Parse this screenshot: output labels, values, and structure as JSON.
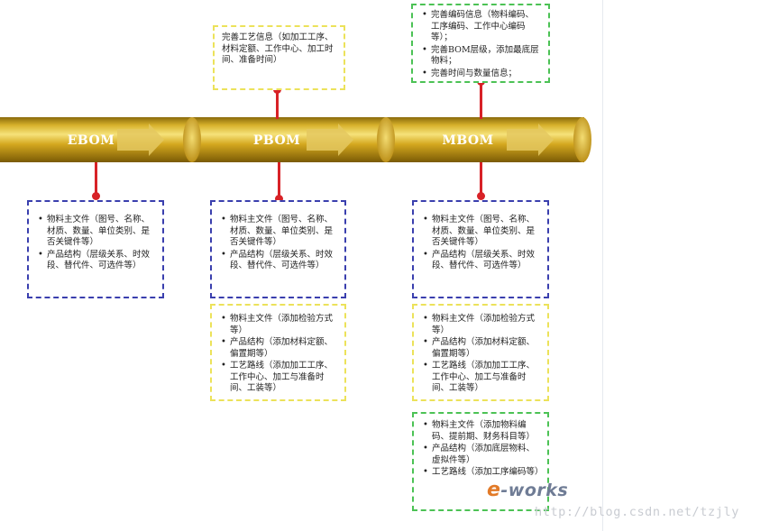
{
  "stages": [
    "EBOM",
    "PBOM",
    "MBOM"
  ],
  "pbom_top": {
    "text": "完善工艺信息（如加工工序、材料定额、工作中心、加工时间、准备时间）"
  },
  "mbom_top": {
    "items": [
      "完善编码信息（物料编码、工序编码、工作中心编码等）；",
      "完善BOM层级，添加最底层物料；",
      "完善时间与数量信息；"
    ]
  },
  "ebom_box": {
    "items": [
      "物料主文件（图号、名称、材质、数量、单位类别、是否关键件等）",
      "产品结构（层级关系、时效段、替代件、可选件等）"
    ]
  },
  "pbom_box_blue": {
    "items": [
      "物料主文件（图号、名称、材质、数量、单位类别、是否关键件等）",
      "产品结构（层级关系、时效段、替代件、可选件等）"
    ]
  },
  "pbom_box_yellow": {
    "items": [
      "物料主文件（添加检验方式等）",
      "产品结构（添加材料定额、偏置期等）",
      "工艺路线（添加加工工序、工作中心、加工与准备时间、工装等）"
    ]
  },
  "mbom_box_blue": {
    "items": [
      "物料主文件（图号、名称、材质、数量、单位类别、是否关键件等）",
      "产品结构（层级关系、时效段、替代件、可选件等）"
    ]
  },
  "mbom_box_yellow": {
    "items": [
      "物料主文件（添加检验方式等）",
      "产品结构（添加材料定额、偏置期等）",
      "工艺路线（添加加工工序、工作中心、加工与准备时间、工装等）"
    ]
  },
  "mbom_box_green": {
    "items": [
      "物料主文件（添加物料编码、提前期、财务科目等）",
      "产品结构（添加底层物料、虚拟件等）",
      "工艺路线（添加工序编码等）"
    ]
  },
  "logo": {
    "prefix": "e",
    "rest": "-works"
  },
  "watermark": "http://blog.csdn.net/tzjly",
  "colors": {
    "pipe": "#c9a21e",
    "connector": "#d82227",
    "blue_border": "#3a3fae",
    "yellow_border": "#ece25a",
    "green_border": "#4cc255"
  }
}
